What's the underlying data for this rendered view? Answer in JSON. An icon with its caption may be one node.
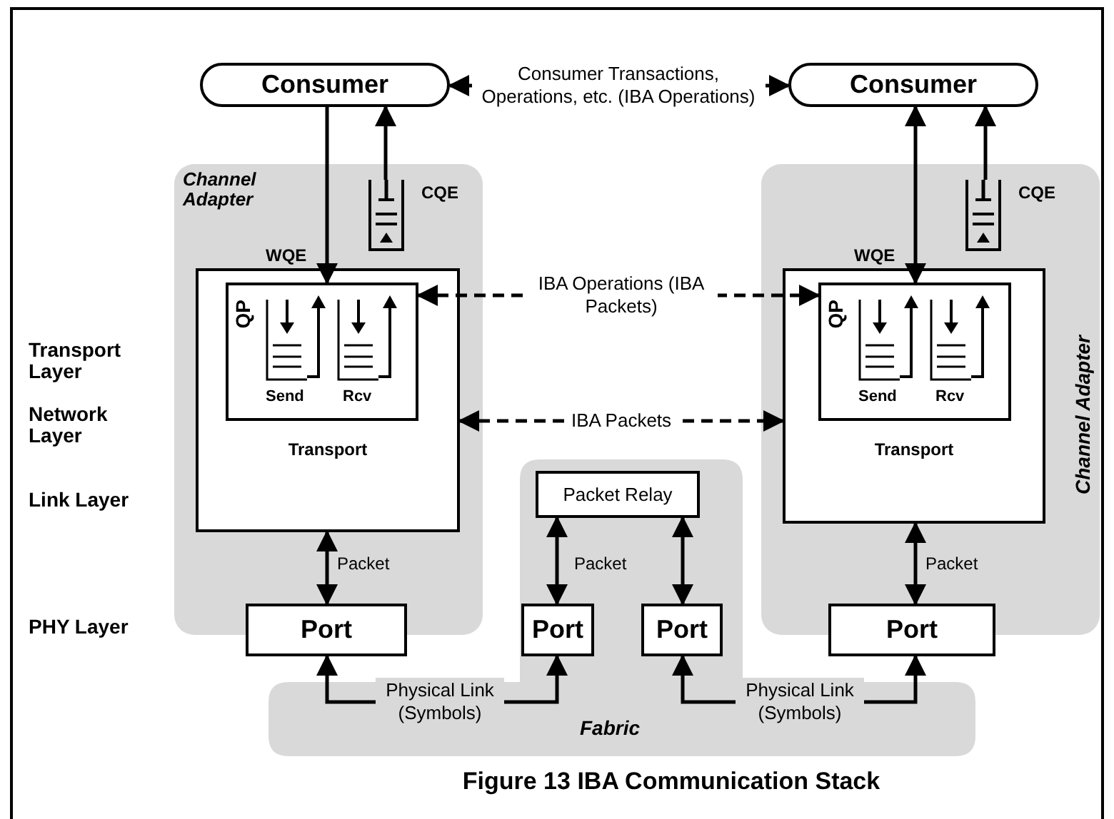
{
  "diagram": {
    "caption": "Figure 13 IBA Communication Stack",
    "nodes": [
      {
        "text": [
          "Consumer"
        ]
      },
      {
        "text": [
          "Consumer"
        ]
      },
      {
        "text": [
          "Channel Adapter"
        ]
      },
      {
        "text": [
          "CQE"
        ],
        "in": 2
      },
      {
        "text": [
          "QP",
          "Send",
          "Rcv"
        ],
        "in": 5
      },
      {
        "text": [
          "Transport"
        ],
        "in": 2
      },
      {
        "text": [
          "Channel Adapter"
        ]
      },
      {
        "text": [
          "CQE"
        ],
        "in": 6
      },
      {
        "text": [
          "QP",
          "Send",
          "Rcv"
        ],
        "in": 9
      },
      {
        "text": [
          "Transport"
        ],
        "in": 6
      },
      {
        "text": [
          "Fabric"
        ]
      },
      {
        "text": [
          "Packet Relay"
        ],
        "in": 10
      },
      {
        "text": [
          "Port"
        ]
      },
      {
        "text": [
          "Port"
        ],
        "in": 10
      },
      {
        "text": [
          "Port"
        ],
        "in": 10
      },
      {
        "text": [
          "Port"
        ]
      }
    ],
    "edges": [
      {
        "from": 0,
        "to": 1,
        "arrow": "both",
        "style": "dashed",
        "label": "Consumer Transactions, Operations, etc. (IBA Operations)"
      },
      {
        "from": 0,
        "to": 4,
        "arrow": "to",
        "label": "WQE"
      },
      {
        "from": 3,
        "to": 0,
        "arrow": "to"
      },
      {
        "from": 1,
        "to": 8,
        "arrow": "both",
        "label": "WQE"
      },
      {
        "from": 7,
        "to": 1,
        "arrow": "to"
      },
      {
        "from": 4,
        "to": 8,
        "arrow": "both",
        "style": "dashed",
        "label": "IBA Operations (IBA Packets)"
      },
      {
        "from": 5,
        "to": 9,
        "arrow": "both",
        "style": "dashed",
        "label": "IBA Packets"
      },
      {
        "from": 5,
        "to": 12,
        "arrow": "both",
        "label": "Packet"
      },
      {
        "from": 11,
        "to": 13,
        "arrow": "both"
      },
      {
        "from": 11,
        "to": 14,
        "arrow": "both"
      },
      {
        "from": 9,
        "to": 15,
        "arrow": "both",
        "label": "Packet"
      },
      {
        "from": 12,
        "to": 13,
        "arrow": "both",
        "label": "Physical Link (Symbols)"
      },
      {
        "from": 14,
        "to": 15,
        "arrow": "both",
        "label": "Physical Link (Symbols)"
      }
    ],
    "labels": [
      "Transport Layer",
      "Network Layer",
      "Link Layer",
      "Packet",
      "PHY Layer"
    ]
  }
}
